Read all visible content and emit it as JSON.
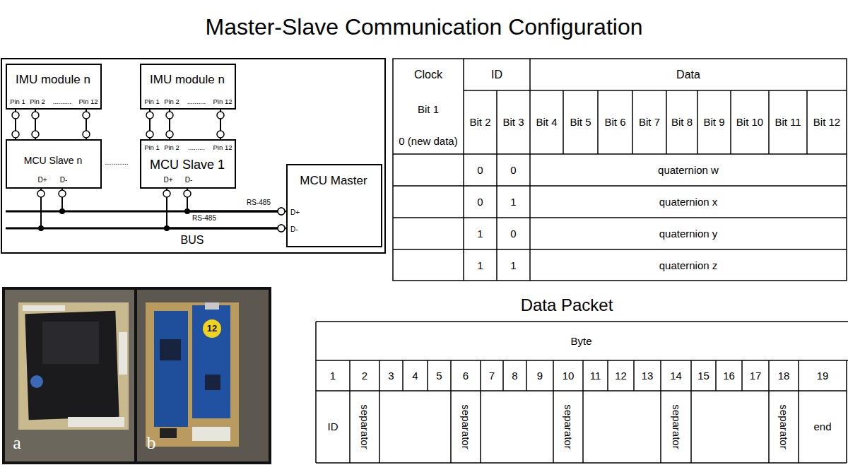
{
  "diagram": {
    "title": "Master-Slave Communication Configuration",
    "nodes": [
      {
        "text": [
          "IMU module n",
          "Pin 1",
          "Pin 2",
          "..........",
          "Pin 12"
        ]
      },
      {
        "text": [
          "IMU module n",
          "Pin 1",
          "Pin 2",
          "..........",
          "Pin 12"
        ]
      },
      {
        "text": [
          "MCU Slave n",
          "D+",
          "D-"
        ]
      },
      {
        "text": [
          "Pin 1",
          "Pin 2",
          ".........",
          "Pin 12",
          "MCU Slave 1",
          "D+",
          "D-"
        ]
      },
      {
        "text": [
          "MCU Master",
          "D+",
          "D-"
        ]
      }
    ],
    "edges": [
      {
        "from": 0,
        "to": 2,
        "arrow": "none"
      },
      {
        "from": 1,
        "to": 3,
        "arrow": "none"
      },
      {
        "from": 2,
        "to": 4,
        "arrow": "none"
      },
      {
        "from": 3,
        "to": 4,
        "arrow": "none"
      }
    ],
    "labels": [
      "...........",
      "RS-485",
      "RS-485",
      "BUS",
      "Clock",
      "ID",
      "Data",
      "Bit 1",
      "0 (new data)",
      "Bit 2",
      "Bit 3",
      "Bit 4",
      "Bit 5",
      "Bit 6",
      "Bit 7",
      "Bit 8",
      "Bit 9",
      "Bit 10",
      "Bit 11",
      "Bit 12",
      "0",
      "0",
      "quaternion w",
      "0",
      "1",
      "quaternion x",
      "1",
      "0",
      "quaternion y",
      "1",
      "1",
      "quaternion z",
      "Data Packet",
      "Byte",
      "1",
      "2",
      "3",
      "4",
      "5",
      "6",
      "7",
      "8",
      "9",
      "10",
      "11",
      "12",
      "13",
      "14",
      "15",
      "16",
      "17",
      "18",
      "19",
      "ID",
      "separator",
      "separator",
      "separator",
      "separator",
      "separator",
      "end",
      "a",
      "b",
      "12"
    ]
  }
}
